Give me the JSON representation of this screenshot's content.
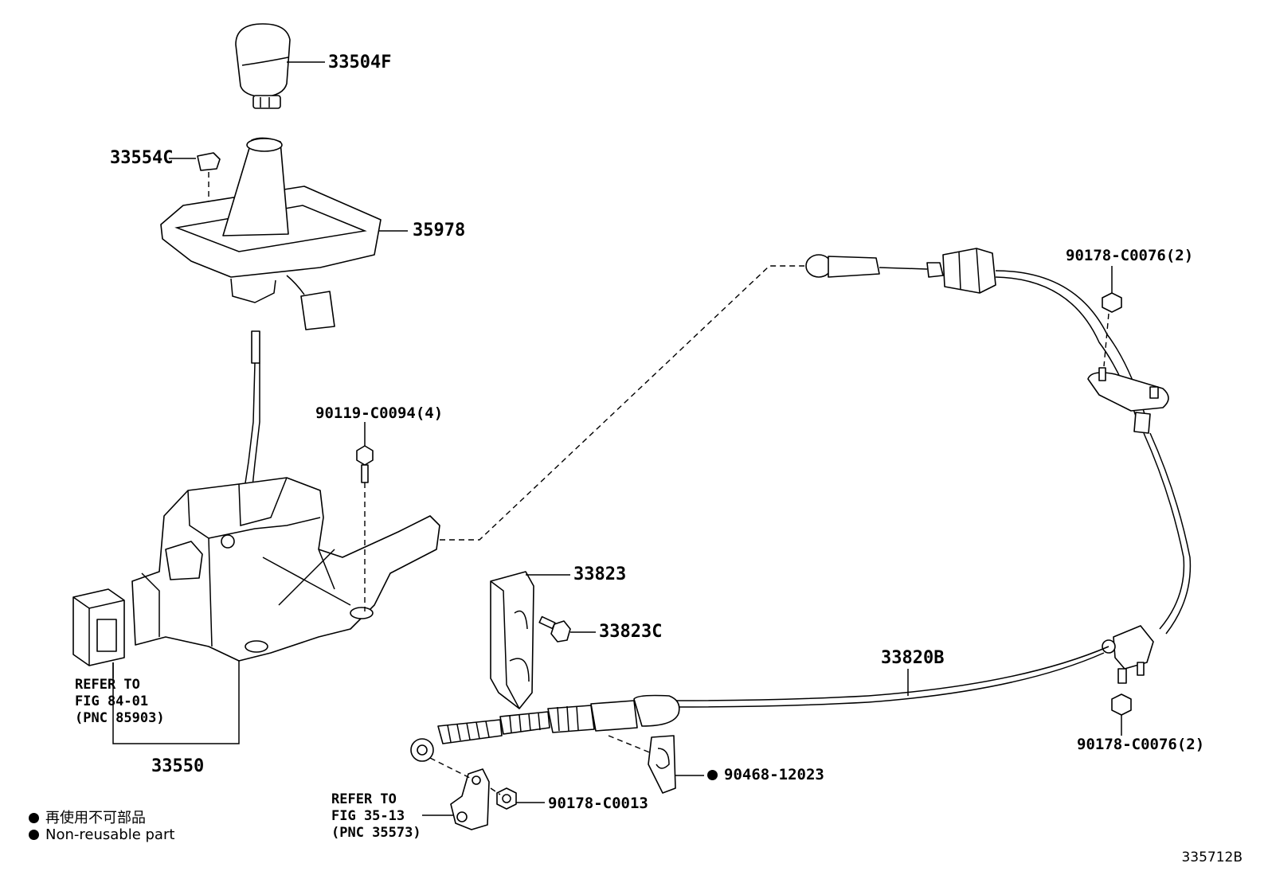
{
  "parts": {
    "shift_knob": "33504F",
    "clip": "33554C",
    "shift_boot_plate": "35978",
    "bolt_bracket": "90119-C0094(4)",
    "bracket": "33823",
    "bracket_bolt": "33823C",
    "cable": "33820B",
    "nut_top": "90178-C0076(2)",
    "nut_bottom": "90178-C0076(2)",
    "retainer_clip": "90468-12023",
    "nut_small": "90178-C0013",
    "shift_lever_assy": "33550"
  },
  "refs": {
    "fig84": {
      "line1": "REFER TO",
      "line2": "FIG 84-01",
      "line3": "(PNC 85903)"
    },
    "fig35": {
      "line1": "REFER TO",
      "line2": "FIG 35-13",
      "line3": "(PNC 35573)"
    }
  },
  "legend": {
    "line1": "再使用不可部品",
    "line2": "Non-reusable part"
  },
  "figure_number": "335712B"
}
